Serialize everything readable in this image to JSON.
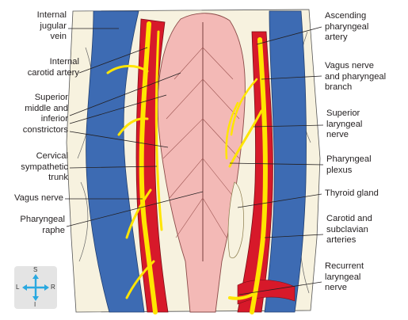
{
  "labels_left": [
    {
      "id": "internal-jugular-vein",
      "text": "Internal\njugular\nvein"
    },
    {
      "id": "internal-carotid-artery",
      "text": "Internal\ncarotid artery"
    },
    {
      "id": "constrictors",
      "text": "Superior\nmiddle and\ninferior\nconstrictors"
    },
    {
      "id": "cervical-sympathetic-trunk",
      "text": "Cervical\nsympathetic\ntrunk"
    },
    {
      "id": "vagus-nerve",
      "text": "Vagus nerve"
    },
    {
      "id": "pharyngeal-raphe",
      "text": "Pharyngeal\nraphe"
    }
  ],
  "labels_right": [
    {
      "id": "ascending-pharyngeal-artery",
      "text": "Ascending\npharyngeal\nartery"
    },
    {
      "id": "vagus-pharyngeal-branch",
      "text": "Vagus nerve\nand pharyngeal\nbranch"
    },
    {
      "id": "superior-laryngeal-nerve",
      "text": "Superior\nlaryngeal\nnerve"
    },
    {
      "id": "pharyngeal-plexus",
      "text": "Pharyngeal\nplexus"
    },
    {
      "id": "thyroid-gland",
      "text": "Thyroid gland"
    },
    {
      "id": "carotid-subclavian-arteries",
      "text": "Carotid and\nsubclavian\narteries"
    },
    {
      "id": "recurrent-laryngeal-nerve",
      "text": "Recurrent\nlaryngeal\nnerve"
    }
  ],
  "orientation": {
    "superior": "S",
    "inferior": "I",
    "left": "L",
    "right": "R"
  },
  "colors": {
    "vein": "#3d6bb3",
    "artery": "#d7192a",
    "nerve": "#ffe500",
    "muscle": "#f3b9b6",
    "background_tissue": "#f7f2df",
    "compass_arrow": "#29a8e0"
  }
}
